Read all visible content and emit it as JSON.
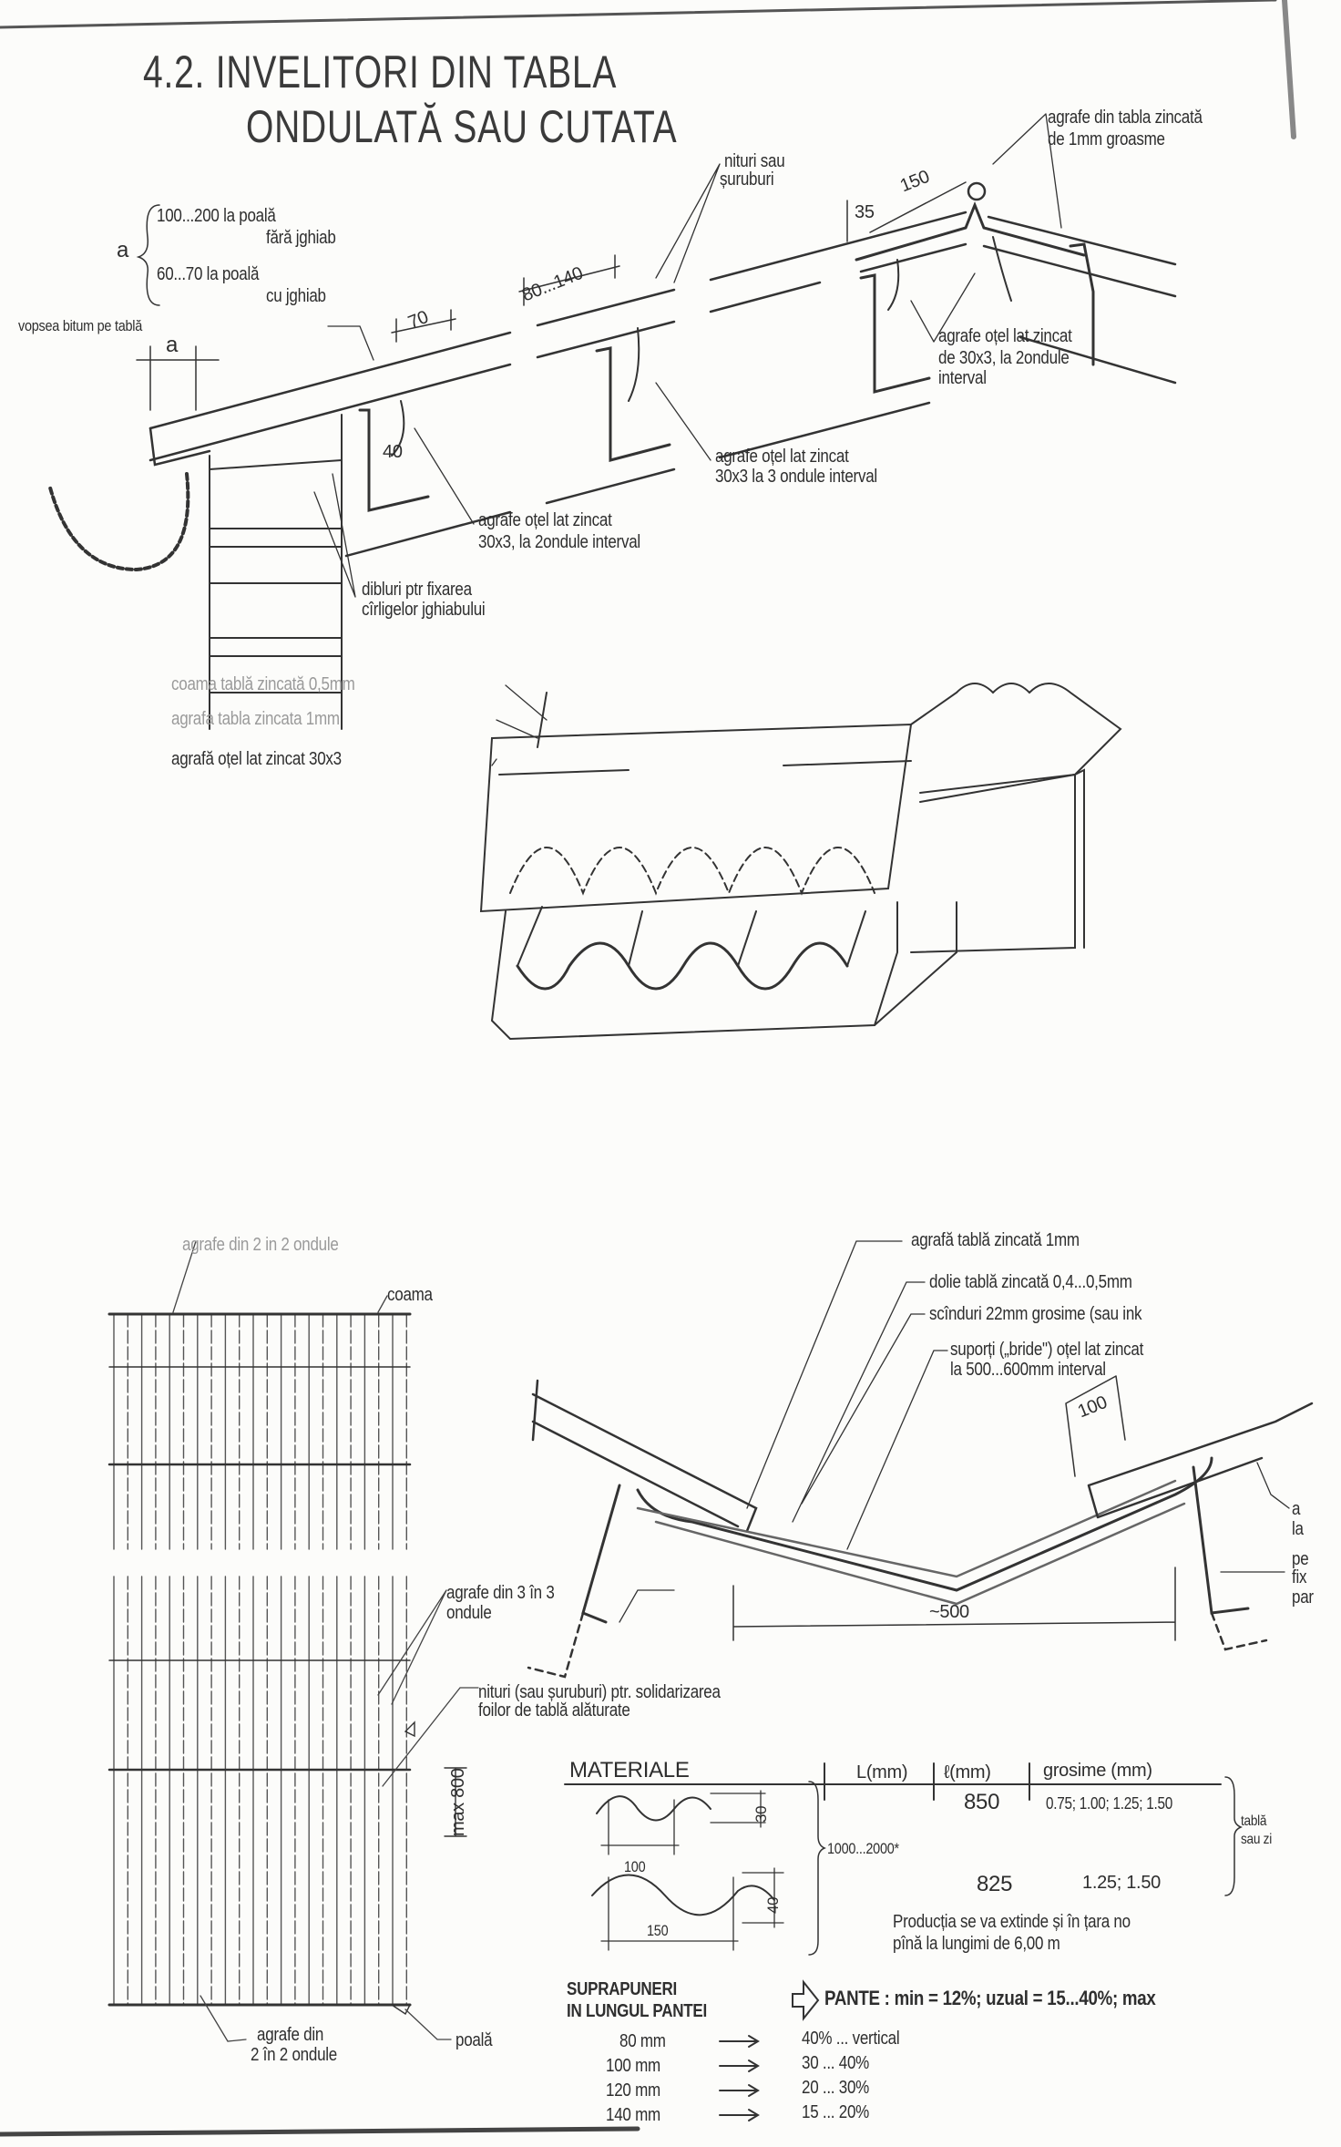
{
  "title": {
    "line1": "4.2. INVELITORI DIN TABLA",
    "line2": "ONDULATĂ SAU CUTATA"
  },
  "roof_section": {
    "agrafe_tabla_1": "agrafe din tabla zincată",
    "agrafe_tabla_2": "de 1mm groasme",
    "nituri_1": "nituri sau",
    "nituri_2": "șuruburi",
    "dim_150": "150",
    "dim_35": "35",
    "a_label": "a",
    "a_opt1_1": "100...200 la poală",
    "a_opt1_2": "fără jghiab",
    "a_opt2_1": "60...70 la poală",
    "a_opt2_2": "cu jghiab",
    "vopsea": "vopsea bitum pe tablă",
    "dim_a": "a",
    "dim_70": "70",
    "dim_80_140": "80...140",
    "dim_40": "40",
    "agrafe_ridge_1": "agrafe oțel lat zincat",
    "agrafe_ridge_2": "de 30x3, la 2ondule",
    "agrafe_ridge_3": "interval",
    "agrafe_mid_1": "agrafe oțel lat zincat",
    "agrafe_mid_2": "30x3 la 3 ondule interval",
    "agrafe_low_1": "agrafe oțel lat zincat",
    "agrafe_low_2": "30x3, la 2ondule interval",
    "dibluri_1": "dibluri ptr fixarea",
    "dibluri_2": "cîrligelor jghiabului"
  },
  "ridge_3d": {
    "label1": "coama tablă zincată 0,5mm",
    "label2": "agrafa tabla zincata 1mm",
    "label3": "agrafă oțel lat zincat 30x3"
  },
  "plan": {
    "agrafe_top": "agrafe din 2 in 2 ondule",
    "coama": "coama",
    "agrafe_3in3_1": "agrafe din 3 în 3",
    "agrafe_3in3_2": "ondule",
    "nituri_1": "nituri (sau șuruburi) ptr. solidarizarea",
    "nituri_2": "foilor de tablă alăturate",
    "max_800": "max 800",
    "agrafe_bottom_1": "agrafe din",
    "agrafe_bottom_2": "2 în 2 ondule",
    "poala": "poală"
  },
  "valley": {
    "label1": "agrafă tablă zincată 1mm",
    "label2": "dolie tablă zincată 0,4...0,5mm",
    "label3": "scînduri 22mm grosime (sau ink",
    "label4": "suporți („bride\") oțel lat zincat",
    "label5": "la 500...600mm interval",
    "dim_100": "100",
    "dim_500": "~500",
    "cut_a": "a",
    "cut_la": "la",
    "cut_pe": "pe",
    "cut_fix": "fix",
    "cut_par": "par"
  },
  "materials": {
    "header": "MATERIALE",
    "col_L": "L(mm)",
    "col_l": "ℓ(mm)",
    "col_grosime": "grosime (mm)",
    "profile1_pitch": "100",
    "profile1_height": "30",
    "profile2_pitch": "150",
    "profile2_height": "40",
    "length": "1000...2000*",
    "row1_width": "850",
    "row1_thickness": "0.75; 1.00; 1.25; 1.50",
    "row2_width": "825",
    "row2_thickness": "1.25; 1.50",
    "side_note_1": "tablă",
    "side_note_2": "sau zi",
    "production_1": "Producția se va extinde și în țara no",
    "production_2": "pînă la lungimi de 6,00 m"
  },
  "overlaps": {
    "title_1": "SUPRAPUNERI",
    "title_2": "IN LUNGUL PANTEI",
    "pante": "PANTE : min = 12%; uzual = 15...40%; max",
    "rows": [
      {
        "overlap": "80 mm",
        "slope": "40% ... vertical"
      },
      {
        "overlap": "100 mm",
        "slope": "30 ... 40%"
      },
      {
        "overlap": "120 mm",
        "slope": "20 ... 30%"
      },
      {
        "overlap": "140 mm",
        "slope": "15 ... 20%"
      }
    ]
  }
}
